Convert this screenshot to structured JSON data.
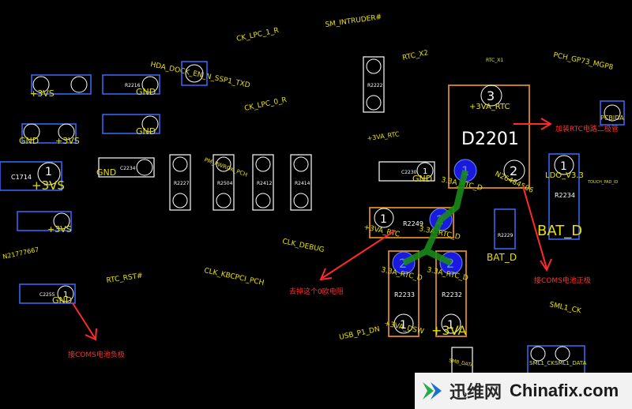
{
  "main_chip": {
    "ref": "D2201",
    "pin1": "1",
    "pin2": "2",
    "pin3": "3",
    "net_pin3": "+3VA_RTC",
    "net_pin1": "3.3A_RTC_D",
    "net_pin2": "N26484506"
  },
  "annotations": {
    "rtc_diode": "加装RTC电路二极管",
    "remove_res": "去掉这个0欧电阻",
    "coms_pos": "接COMS电池正极",
    "coms_neg": "接COMS电池负极"
  },
  "components": {
    "R2249": {
      "ref": "R2249",
      "net1": "+3VA_RTC",
      "net2": "3.3A_RTC_D",
      "p1": "1",
      "p2": "2"
    },
    "R2233": {
      "ref": "R2233",
      "net_top": "3.3A_RTC_D",
      "net_bot": "+3VA_DSW",
      "p1": "1",
      "p2": "2"
    },
    "R2232": {
      "ref": "R2232",
      "net_top": "3.3A_RTC_D",
      "net_bot": "+3VA",
      "p1": "1",
      "p2": "2"
    },
    "R2234": {
      "ref": "R2234",
      "net_top": "LDO_V3.3",
      "net_bot": "BAT_D",
      "p1": "1"
    },
    "C1714": {
      "ref": "C1714",
      "net": "+3VS",
      "p1": "1"
    },
    "C2230": {
      "ref": "C2230",
      "net": "GND",
      "p1": "1"
    },
    "C2255": {
      "ref": "C2255",
      "net": "GND",
      "p1": "1"
    },
    "R2229": {
      "ref": "R2229",
      "net": "BAT_D"
    },
    "R2227": {
      "ref": "R2227"
    },
    "R2504": {
      "ref": "R2504"
    },
    "R2412": {
      "ref": "R2412"
    },
    "R2414": {
      "ref": "R2414"
    },
    "R2222": {
      "ref": "R2222"
    },
    "R2216": {
      "ref": "R2216"
    },
    "C2234": {
      "ref": "C2234"
    }
  },
  "nets": {
    "sm_intruder": "SM_INTRUDER#",
    "ck_lpc_1_r": "CK_LPC_1_R",
    "ck_lpc_0_r": "CK_LPC_0_R",
    "rtc_x2": "RTC_X2",
    "rtc_x1": "RTC_X1",
    "pch_gp73": "PCH_GP73_MGP8",
    "hda_dock_en": "HDA_DOCK_EN_N_SSP1_TXD",
    "gnd": "GND",
    "p3vs": "+3VS",
    "p3va_rtc": "+3VA_RTC",
    "clk_debug": "CLK_DEBUG",
    "clk_kbcpci": "CLK_KBCPCI_PCH",
    "rtc_rst": "RTC_RST#",
    "n21777667": "N21777667",
    "usb_p1_dn": "USB_P1_DN",
    "smb_data": "SMB_DATA",
    "sml1_ck": "SML1_CK",
    "sml1_data": "SML1_DATA",
    "pcbida": "PCBIDA",
    "touch_pad": "TOUCH_PAD_ID",
    "pm_pwrok": "PM_PWROK_PCH"
  },
  "watermark": {
    "cn": "迅维网",
    "en": "Chinafix.com"
  },
  "colors": {
    "orange": "#d98a1c",
    "blue": "#3a6aff",
    "yellow": "#e8e000",
    "red": "#ff2a2a",
    "green": "#1a8a1a",
    "pinfill": "#1a1adf"
  }
}
